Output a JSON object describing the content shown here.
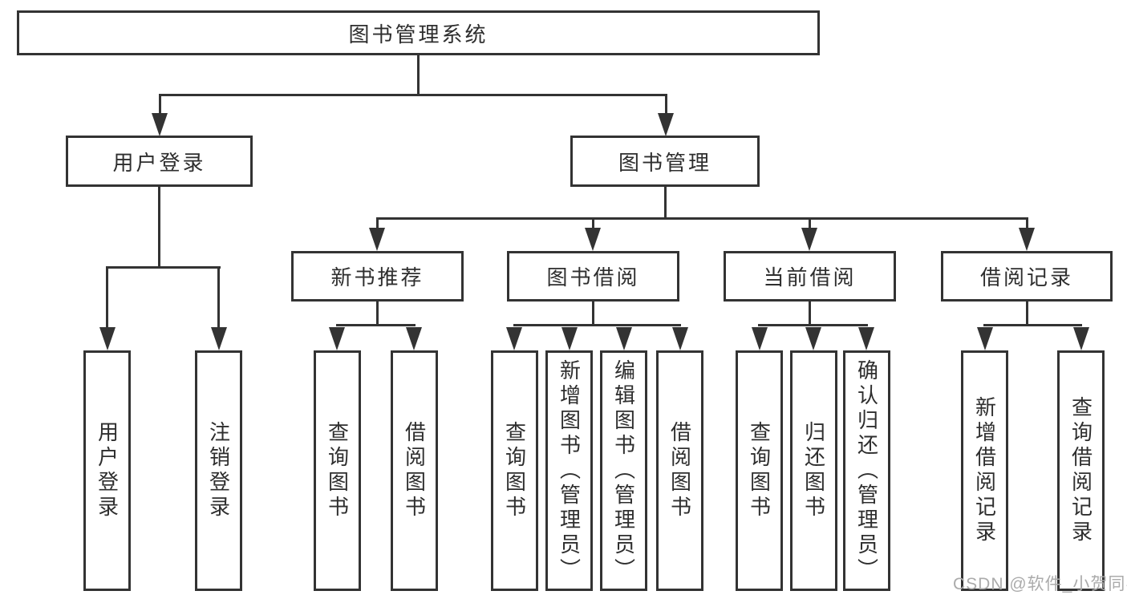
{
  "root": {
    "label": "图书管理系统"
  },
  "level2": [
    {
      "label": "用户登录"
    },
    {
      "label": "图书管理"
    }
  ],
  "level3": [
    {
      "label": "新书推荐"
    },
    {
      "label": "图书借阅"
    },
    {
      "label": "当前借阅"
    },
    {
      "label": "借阅记录"
    }
  ],
  "leaves": [
    {
      "label": "用户登录"
    },
    {
      "label": "注销登录"
    },
    {
      "label": "查询图书"
    },
    {
      "label": "借阅图书"
    },
    {
      "label": "查询图书"
    },
    {
      "label": "新增图书（管理员）"
    },
    {
      "label": "编辑图书（管理员）"
    },
    {
      "label": "借阅图书"
    },
    {
      "label": "查询图书"
    },
    {
      "label": "归还图书"
    },
    {
      "label": "确认归还（管理员）"
    },
    {
      "label": "新增借阅记录"
    },
    {
      "label": "查询借阅记录"
    }
  ],
  "watermark": "CSDN @软件_小贺同学",
  "colors": {
    "line": "#333333",
    "text": "#2e2e2e",
    "watermark": "#ababab",
    "background": "#ffffff"
  }
}
